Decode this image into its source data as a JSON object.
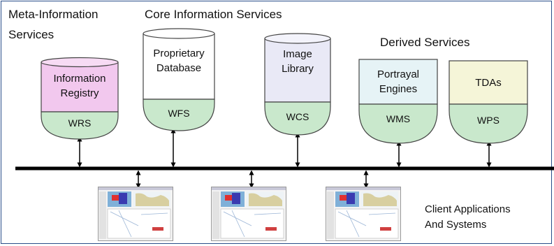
{
  "labels": {
    "meta_line1": "Meta-Information",
    "meta_line2": "Services",
    "core": "Core Information Services",
    "derived": "Derived Services",
    "client_line1": "Client Applications",
    "client_line2": "And Systems"
  },
  "services": [
    {
      "top_line1": "Information",
      "top_line2": "Registry",
      "bottom": "WRS",
      "shape": "cylinder",
      "top_color": "#f2c8ee"
    },
    {
      "top_line1": "Proprietary",
      "top_line2": "Database",
      "bottom": "WFS",
      "shape": "cylinder",
      "top_color": "#ffffff"
    },
    {
      "top_line1": "Image",
      "top_line2": "Library",
      "bottom": "WCS",
      "shape": "cylinder",
      "top_color": "#e9e9f6"
    },
    {
      "top_line1": "Portrayal",
      "top_line2": "Engines",
      "bottom": "WMS",
      "shape": "box",
      "top_color": "#e6f3f6"
    },
    {
      "top_line1": "TDAs",
      "top_line2": "",
      "bottom": "WPS",
      "shape": "box",
      "top_color": "#f5f5d8"
    }
  ],
  "colors": {
    "bowl": "#c9e8cc",
    "outline": "#444444",
    "bus": "#000000",
    "frame": "#2a4f8a"
  }
}
